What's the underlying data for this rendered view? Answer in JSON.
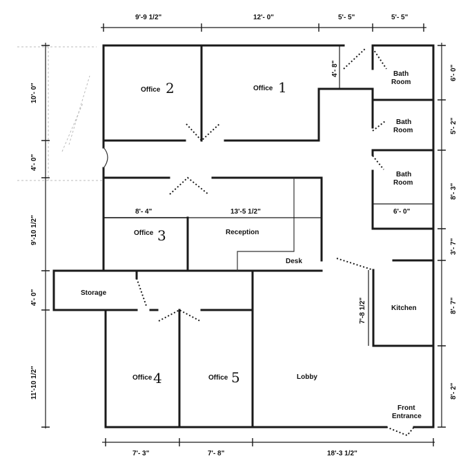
{
  "rooms": {
    "office2": {
      "label": "Office",
      "number": "2"
    },
    "office1": {
      "label": "Office",
      "number": "1"
    },
    "bath1": {
      "line1": "Bath",
      "line2": "Room"
    },
    "bath2": {
      "line1": "Bath",
      "line2": "Room"
    },
    "bath3": {
      "line1": "Bath",
      "line2": "Room"
    },
    "office3": {
      "label": "Office",
      "number": "3"
    },
    "reception": "Reception",
    "desk": "Desk",
    "storage": "Storage",
    "kitchen": "Kitchen",
    "office4": {
      "label": "Office",
      "number": "4"
    },
    "office5": {
      "label": "Office",
      "number": "5"
    },
    "lobby": "Lobby",
    "front_entrance": {
      "line1": "Front",
      "line2": "Entrance"
    }
  },
  "dimensions": {
    "top": [
      "9'-9 1/2\"",
      "12'- 0\"",
      "5'- 5\"",
      "5'- 5\""
    ],
    "left": [
      "10'- 0\"",
      "4'- 0\"",
      "9'-10 1/2\"",
      "4'- 0\"",
      "11'-10 1/2\""
    ],
    "right": [
      "6'- 0\"",
      "5'- 2\"",
      "8'- 3\"",
      "3'- 7\"",
      "8'- 7\"",
      "8'- 2\""
    ],
    "bottom": [
      "7'- 3\"",
      "7'- 8\"",
      "18'-3 1/2\""
    ],
    "inner": {
      "office3_width": "8'- 4\"",
      "reception_width": "13'-5 1/2\"",
      "corridor_depth": "4'- 8\"",
      "bath_width": "6'- 0\"",
      "kitchen_wall": "7'-8 1/2\""
    }
  }
}
